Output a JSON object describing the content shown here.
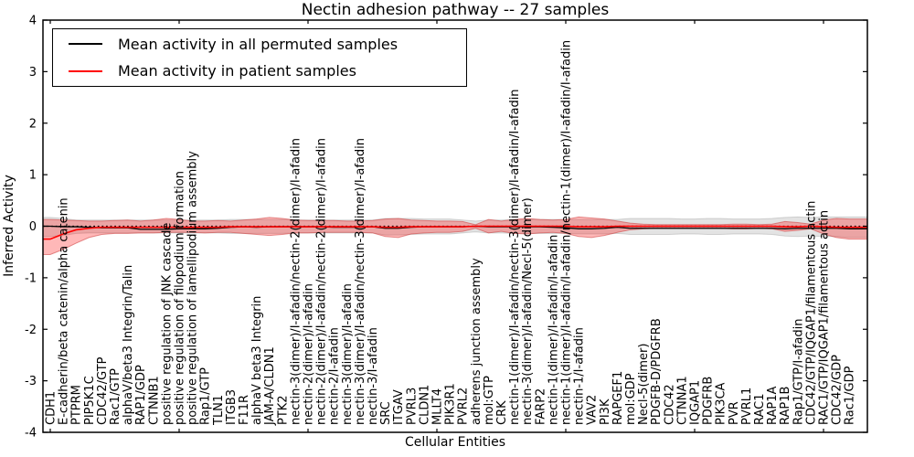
{
  "figure": {
    "title": "Nectin adhesion pathway -- 27 samples",
    "xlabel": "Cellular Entities",
    "ylabel": "Inferred Activity"
  },
  "legend": {
    "entries": [
      {
        "label": "Mean activity in all permuted samples",
        "color": "#000000"
      },
      {
        "label": "Mean activity in patient samples",
        "color": "#ff0000"
      }
    ]
  },
  "chart_data": {
    "type": "line",
    "title": "Nectin adhesion pathway -- 27 samples",
    "xlabel": "Cellular Entities",
    "ylabel": "Inferred Activity",
    "ylim": [
      -4,
      4
    ],
    "yticks": [
      -4,
      -3,
      -2,
      -1,
      0,
      1,
      2,
      3,
      4
    ],
    "xtick_index_step": 10,
    "grid": false,
    "legend_position": "upper left",
    "zero_line_style": "dotted",
    "categories": [
      "CDH1",
      "E-cadherin/beta catenin/alpha catenin",
      "PTPRM",
      "PIP5K1C",
      "CDC42/GTP",
      "Rac1/GTP",
      "alphaV/beta3 Integrin/Talin",
      "RAP1/GDP",
      "CTNNB1",
      "positive regulation of JNK cascade",
      "positive regulation of filopodium formation",
      "positive regulation of lamellipodium assembly",
      "Rap1/GTP",
      "TLN1",
      "ITGB3",
      "F11R",
      "alphaV beta3 Integrin",
      "JAM-A/CLDN1",
      "PTK2",
      "nectin-3(dimer)/I-afadin/nectin-2(dimer)/I-afadin",
      "nectin-2(dimer)/I-afadin",
      "nectin-2(dimer)/I-afadin/nectin-2(dimer)/I-afadin",
      "nectin-2/I-afadin",
      "nectin-3(dimer)/I-afadin",
      "nectin-3(dimer)/I-afadin/nectin-3(dimer)/I-afadin",
      "nectin-3/I-afadin",
      "SRC",
      "ITGAV",
      "PVRL3",
      "CLDN1",
      "MLLT4",
      "PIK3R1",
      "PVRL2",
      "adherens junction assembly",
      "mol:GTP",
      "CRK",
      "nectin-1(dimer)/I-afadin/nectin-3(dimer)/I-afadin/I-afadin",
      "nectin-3(dimer)/I-afadin/Necl-5(dimer)",
      "FARP2",
      "nectin-1(dimer)/I-afadin/I-afadin",
      "nectin-1(dimer)/I-afadin/I-afadin/nectin-1(dimer)/I-afadin/I-afadin",
      "nectin-1/I-afadin",
      "VAV2",
      "PI3K",
      "RAPGEF1",
      "mol:GDP",
      "Necl-5(dimer)",
      "PDGFB-D/PDGFRB",
      "CDC42",
      "CTNNA1",
      "IQGAP1",
      "PDGFRB",
      "PIK3CA",
      "PVR",
      "PVRL1",
      "RAC1",
      "RAP1A",
      "RAP1B",
      "Rap1/GTP/I-afadin",
      "CDC42/GTP/IQGAP1/filamentous actin",
      "RAC1/GTP/IQGAP1/filamentous actin",
      "CDC42/GDP",
      "Rac1/GDP"
    ],
    "series": [
      {
        "name": "Mean activity in all permuted samples",
        "color": "#000000",
        "line_width": 1.3,
        "band_fill": "rgba(128,128,128,0.22)",
        "band_edge": "rgba(130,130,130,0.30)",
        "values": [
          0,
          -0.01,
          -0.01,
          -0.02,
          -0.03,
          -0.03,
          -0.03,
          -0.06,
          -0.06,
          -0.06,
          -0.05,
          -0.05,
          -0.05,
          -0.04,
          -0.02,
          -0.01,
          -0.02,
          -0.01,
          -0.01,
          -0.01,
          -0.01,
          -0.01,
          -0.02,
          -0.02,
          -0.02,
          -0.01,
          -0.04,
          -0.04,
          -0.02,
          -0.01,
          -0.01,
          -0.01,
          -0.01,
          0,
          -0.01,
          -0.01,
          -0.01,
          -0.01,
          -0.01,
          -0.02,
          -0.03,
          -0.05,
          -0.05,
          -0.04,
          -0.02,
          -0.04,
          -0.04,
          -0.04,
          -0.04,
          -0.04,
          -0.04,
          -0.04,
          -0.04,
          -0.04,
          -0.04,
          -0.04,
          -0.04,
          -0.05,
          -0.04,
          -0.04,
          -0.04,
          -0.04,
          -0.05
        ],
        "band_upper": [
          0.17,
          0.15,
          0.12,
          0.12,
          0.12,
          0.12,
          0.12,
          0.12,
          0.12,
          0.12,
          0.12,
          0.12,
          0.12,
          0.12,
          0.13,
          0.13,
          0.13,
          0.13,
          0.13,
          0.12,
          0.12,
          0.12,
          0.12,
          0.12,
          0.12,
          0.12,
          0.15,
          0.15,
          0.15,
          0.14,
          0.14,
          0.14,
          0.12,
          0.1,
          0.12,
          0.12,
          0.13,
          0.13,
          0.13,
          0.13,
          0.13,
          0.13,
          0.13,
          0.13,
          0.13,
          0.15,
          0.15,
          0.15,
          0.15,
          0.14,
          0.14,
          0.15,
          0.15,
          0.14,
          0.14,
          0.14,
          0.15,
          0.17,
          0.18,
          0.17,
          0.18,
          0.18,
          0.18
        ],
        "band_lower": [
          -0.2,
          -0.18,
          -0.14,
          -0.13,
          -0.13,
          -0.13,
          -0.13,
          -0.13,
          -0.13,
          -0.13,
          -0.13,
          -0.13,
          -0.13,
          -0.13,
          -0.14,
          -0.14,
          -0.14,
          -0.14,
          -0.14,
          -0.13,
          -0.13,
          -0.13,
          -0.13,
          -0.13,
          -0.13,
          -0.13,
          -0.17,
          -0.17,
          -0.16,
          -0.15,
          -0.15,
          -0.15,
          -0.13,
          -0.11,
          -0.13,
          -0.13,
          -0.14,
          -0.14,
          -0.14,
          -0.14,
          -0.14,
          -0.15,
          -0.15,
          -0.15,
          -0.14,
          -0.16,
          -0.16,
          -0.16,
          -0.16,
          -0.15,
          -0.15,
          -0.16,
          -0.16,
          -0.15,
          -0.15,
          -0.15,
          -0.16,
          -0.19,
          -0.2,
          -0.19,
          -0.2,
          -0.2,
          -0.22
        ]
      },
      {
        "name": "Mean activity in patient samples",
        "color": "#ff0000",
        "line_width": 1.6,
        "band_fill": "rgba(255,0,0,0.28)",
        "band_edge": "rgba(205,60,60,0.55)",
        "values": [
          -0.25,
          -0.15,
          -0.07,
          -0.04,
          -0.02,
          -0.02,
          -0.02,
          -0.02,
          -0.02,
          -0.02,
          -0.02,
          -0.02,
          -0.02,
          -0.02,
          -0.01,
          -0.01,
          -0.01,
          -0.01,
          -0.01,
          -0.01,
          -0.01,
          -0.01,
          -0.01,
          -0.01,
          -0.01,
          -0.01,
          -0.02,
          -0.02,
          -0.01,
          -0.01,
          -0.01,
          -0.01,
          -0.01,
          0,
          0,
          0,
          0,
          0,
          0,
          0,
          0,
          -0.01,
          -0.01,
          -0.01,
          0,
          0,
          0,
          0,
          0,
          0,
          0,
          0,
          0,
          0,
          0,
          0,
          0,
          -0.01,
          -0.01,
          0,
          -0.01,
          -0.02,
          -0.02
        ],
        "band_upper": [
          0.13,
          0.12,
          0.11,
          0.1,
          0.1,
          0.11,
          0.12,
          0.1,
          0.12,
          0.15,
          0.13,
          0.1,
          0.1,
          0.11,
          0.1,
          0.12,
          0.14,
          0.17,
          0.15,
          0.12,
          0.11,
          0.11,
          0.11,
          0.1,
          0.1,
          0.11,
          0.14,
          0.15,
          0.12,
          0.11,
          0.1,
          0.1,
          0.09,
          0.03,
          0.13,
          0.1,
          0.13,
          0.15,
          0.13,
          0.12,
          0.13,
          0.18,
          0.16,
          0.14,
          0.1,
          0.06,
          0.04,
          0.03,
          0.03,
          0.03,
          0.03,
          0.03,
          0.03,
          0.04,
          0.04,
          0.03,
          0.04,
          0.09,
          0.07,
          0.04,
          0.12,
          0.15,
          0.14
        ],
        "band_lower": [
          -0.55,
          -0.45,
          -0.33,
          -0.22,
          -0.16,
          -0.14,
          -0.14,
          -0.13,
          -0.13,
          -0.12,
          -0.12,
          -0.12,
          -0.13,
          -0.12,
          -0.12,
          -0.14,
          -0.16,
          -0.18,
          -0.16,
          -0.13,
          -0.13,
          -0.12,
          -0.12,
          -0.12,
          -0.12,
          -0.13,
          -0.2,
          -0.22,
          -0.15,
          -0.13,
          -0.12,
          -0.12,
          -0.1,
          -0.04,
          -0.13,
          -0.1,
          -0.14,
          -0.15,
          -0.13,
          -0.12,
          -0.14,
          -0.2,
          -0.22,
          -0.18,
          -0.12,
          -0.07,
          -0.05,
          -0.04,
          -0.04,
          -0.04,
          -0.04,
          -0.04,
          -0.04,
          -0.05,
          -0.05,
          -0.04,
          -0.05,
          -0.1,
          -0.08,
          -0.05,
          -0.15,
          -0.22,
          -0.25
        ]
      }
    ]
  }
}
